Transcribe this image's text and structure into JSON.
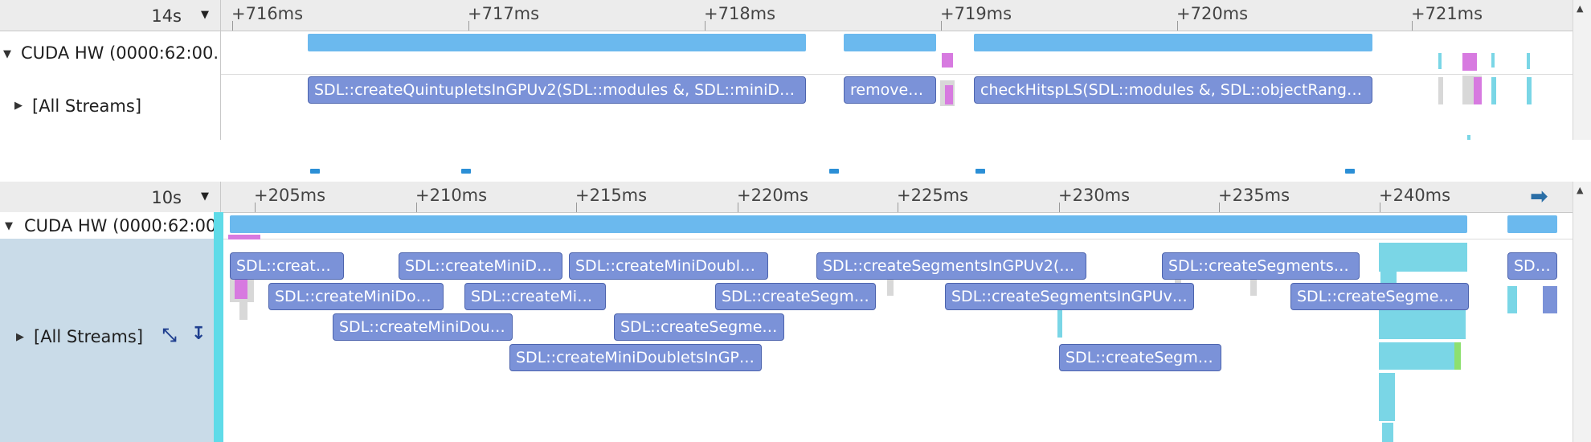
{
  "top_panel": {
    "zoom_label": "14s",
    "ruler_labels": [
      "+716ms",
      "+717ms",
      "+718ms",
      "+719ms",
      "+720ms",
      "+721ms"
    ],
    "device_label": "CUDA HW (0000:62:00.",
    "streams_label": "[All Streams]",
    "kernels": [
      "SDL::createQuintupletsInGPUv2(SDL::modules &, SDL::miniDo…",
      "removeD…",
      "checkHitspLS(SDL::modules &, SDL::objectRange…"
    ]
  },
  "bottom_panel": {
    "zoom_label": "10s",
    "ruler_labels": [
      "+205ms",
      "+210ms",
      "+215ms",
      "+220ms",
      "+225ms",
      "+230ms",
      "+235ms",
      "+240ms"
    ],
    "device_label": "CUDA HW (0000:62:00",
    "streams_label": "[All Streams]",
    "kernels": [
      "SDL::create…",
      "SDL::createMiniDo…",
      "SDL::createMiniDoublet…",
      "SDL::createSegmentsInGPUv2(S…",
      "SDL::createSegmentsIn…",
      "SDL…",
      "SDL::createMiniDou…",
      "SDL::createMini…",
      "SDL::createSegme…",
      "SDL::createSegmentsInGPUv2…",
      "SDL::createSegment…",
      "SDL::createMiniDoub…",
      "SDL::createSegmen…",
      "SDL::createMiniDoubletsInGP…",
      "SDL::createSegme…"
    ]
  },
  "icons": {
    "expand_collapsed": "triangle-right-icon",
    "expand_open": "triangle-down-icon",
    "dropdown": "caret-down-icon",
    "zoom_fit": "zoom-fit-icon",
    "fold": "fold-icon",
    "navigate_right": "arrow-right-icon",
    "scroll_up": "scroll-up-icon"
  },
  "colors": {
    "kernel_fill": "#7b92d8",
    "kernel_border": "#4d64ad",
    "activity_bar": "#6bb9ee",
    "selection_band": "#5fdbe8",
    "streams_bg": "#c9dbe8",
    "ruler_bg": "#ececec"
  }
}
